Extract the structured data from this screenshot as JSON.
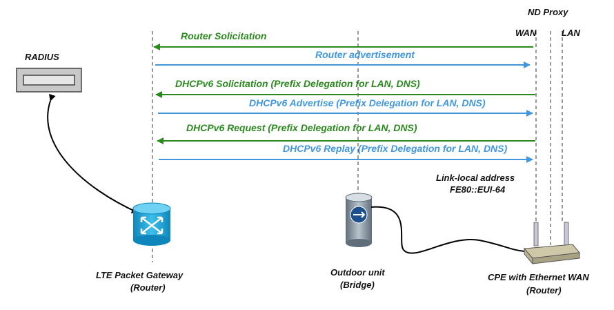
{
  "radius": {
    "label": "RADIUS"
  },
  "nd_proxy": {
    "label": "ND Proxy",
    "wan_label": "WAN",
    "lan_label": "LAN"
  },
  "messages": [
    {
      "text": "Router Solicitation",
      "direction": "to-gateway",
      "color": "#2a8a1e"
    },
    {
      "text": "Router advertisement",
      "direction": "to-cpe",
      "color": "#3f97e0"
    },
    {
      "text": "DHCPv6 Solicitation (Prefix Delegation for LAN, DNS)",
      "direction": "to-gateway",
      "color": "#2a8a1e"
    },
    {
      "text": "DHCPv6 Advertise (Prefix Delegation for LAN, DNS)",
      "direction": "to-cpe",
      "color": "#3f97e0"
    },
    {
      "text": "DHCPv6 Request (Prefix Delegation for LAN, DNS)",
      "direction": "to-gateway",
      "color": "#2a8a1e"
    },
    {
      "text": "DHCPv6 Replay (Prefix Delegation for LAN, DNS)",
      "direction": "to-cpe",
      "color": "#3f97e0"
    }
  ],
  "link_local": {
    "line1": "Link-local address",
    "line2": "FE80::EUI-64"
  },
  "nodes": {
    "gateway": {
      "line1": "LTE Packet Gateway",
      "line2": "(Router)"
    },
    "outdoor": {
      "line1": "Outdoor unit",
      "line2": "(Bridge)"
    },
    "cpe": {
      "line1": "CPE with Ethernet WAN",
      "line2": "(Router)"
    }
  },
  "colors": {
    "request": "#2a8a1e",
    "response": "#3f97e0",
    "router_icon": "#1fa3d6",
    "outdoor_icon": "#8a9aa8"
  }
}
